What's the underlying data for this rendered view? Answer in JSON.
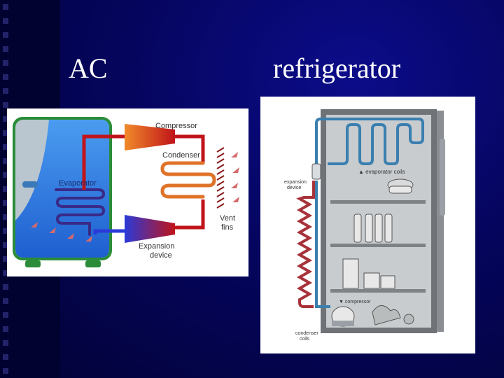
{
  "titles": {
    "ac": "AC",
    "refrigerator": "refrigerator"
  },
  "ac_diagram": {
    "compressor": "Compressor",
    "condenser": "Condenser",
    "evaporator": "Evaporator",
    "vent_fins_1": "Vent",
    "vent_fins_2": "fins",
    "expansion_1": "Expansion",
    "expansion_2": "device"
  },
  "fridge_diagram": {
    "evaporator_coils": "▲ evaporator coils",
    "expansion_1": "expansion",
    "expansion_2": "device",
    "compressor": "▼ compressor",
    "condenser_1": "condenser",
    "condenser_2": "coils"
  },
  "colors": {
    "background": "#05055e",
    "hot": "#c0392b",
    "cold": "#2a5bd7",
    "pipe_blue": "#3a7fb0"
  }
}
